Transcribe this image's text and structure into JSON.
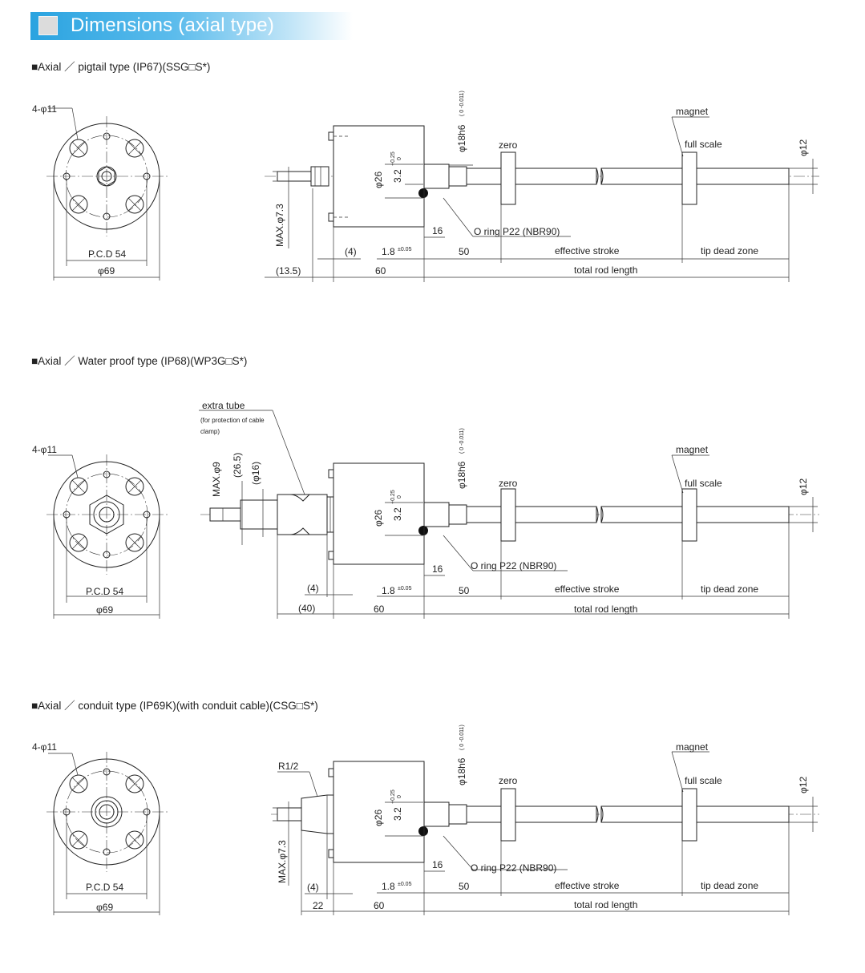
{
  "header": {
    "title": "Dimensions (axial type)"
  },
  "sections": [
    {
      "title": "■Axial ／ pigtail type (IP67)(SSG□S*)",
      "front": {
        "holes": "4-φ11",
        "pcd": "P.C.D 54",
        "dia": "φ69"
      },
      "side": {
        "left_dim": "MAX.φ7.3",
        "dim_a": "(4)",
        "dim_b": "(13.5)",
        "body": "60",
        "d26": "φ26",
        "d32": "3.2",
        "tol32_up": "+0.25",
        "tol32_low": "0",
        "d18": "φ18h6",
        "tol18": "( 0 -0.011)",
        "zero": "zero",
        "magnet": "magnet",
        "full_scale": "full scale",
        "d12": "φ12",
        "oring": "O ring P22 (NBR90)",
        "d16": "16",
        "d18b": "1.8",
        "tol18b": "±0.05",
        "d50": "50",
        "effective_stroke": "effective stroke",
        "tip_dead_zone": "tip dead zone",
        "total_rod_length": "total rod length"
      }
    },
    {
      "title": "■Axial ／ Water proof type (IP68)(WP3G□S*)",
      "front": {
        "holes": "4-φ11",
        "pcd": "P.C.D 54",
        "dia": "φ69"
      },
      "side": {
        "extra_tube": "extra tube",
        "extra_note1": "(for protection of cable",
        "extra_note2": "clamp)",
        "max9": "MAX.φ9",
        "d265": "(26.5)",
        "d16p": "(φ16)",
        "dim_a": "(4)",
        "dim_b": "(40)",
        "body": "60",
        "d26": "φ26",
        "d32": "3.2",
        "tol32_up": "+0.25",
        "tol32_low": "0",
        "d18": "φ18h6",
        "tol18": "( 0 -0.011)",
        "zero": "zero",
        "magnet": "magnet",
        "full_scale": "full scale",
        "d12": "φ12",
        "oring": "O ring P22 (NBR90)",
        "d16": "16",
        "d18b": "1.8",
        "tol18b": "±0.05",
        "d50": "50",
        "effective_stroke": "effective stroke",
        "tip_dead_zone": "tip dead zone",
        "total_rod_length": "total rod length"
      }
    },
    {
      "title": "■Axial ／ conduit type (IP69K)(with conduit cable)(CSG□S*)",
      "front": {
        "holes": "4-φ11",
        "pcd": "P.C.D 54",
        "dia": "φ69"
      },
      "side": {
        "r12": "R1/2",
        "left_dim": "MAX.φ7.3",
        "dim_a": "(4)",
        "dim_b": "22",
        "body": "60",
        "d26": "φ26",
        "d32": "3.2",
        "tol32_up": "+0.25",
        "tol32_low": "0",
        "d18": "φ18h6",
        "tol18": "( 0 -0.011)",
        "zero": "zero",
        "magnet": "magnet",
        "full_scale": "full scale",
        "d12": "φ12",
        "oring": "O ring P22 (NBR90)",
        "d16": "16",
        "d18b": "1.8",
        "tol18b": "±0.05",
        "d50": "50",
        "effective_stroke": "effective stroke",
        "tip_dead_zone": "tip dead zone",
        "total_rod_length": "total rod length"
      }
    }
  ]
}
